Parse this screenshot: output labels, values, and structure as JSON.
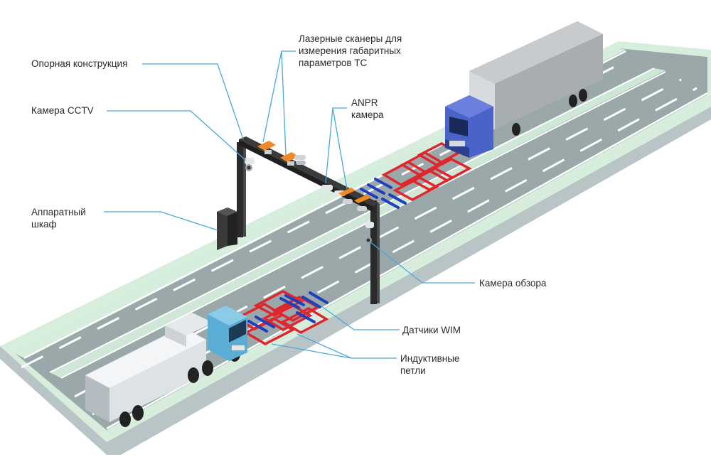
{
  "labels": {
    "support_structure": "Опорная конструкция",
    "cctv_camera": "Камера CCTV",
    "hardware_cabinet_1": "Аппаратный",
    "hardware_cabinet_2": "шкаф",
    "laser_scanners_1": "Лазерные сканеры для",
    "laser_scanners_2": "измерения габаритных",
    "laser_scanners_3": "параметров ТС",
    "anpr_camera_1": "ANPR",
    "anpr_camera_2": "камера",
    "overview_camera": "Камера обзора",
    "wim_sensors": "Датчики WIM",
    "inductive_loops_1": "Индуктивные",
    "inductive_loops_2": "петли"
  },
  "colors": {
    "leader_line": "#4aa8d8",
    "road": "#9aa8aa",
    "shoulder": "#cfe7d6",
    "loop_red": "#e0262d",
    "wim_blue": "#1f3fbf",
    "gantry": "#2a2a2a",
    "truck_cab_blue": "#4a63c9",
    "tanker_cab_teal": "#5aaed6"
  }
}
